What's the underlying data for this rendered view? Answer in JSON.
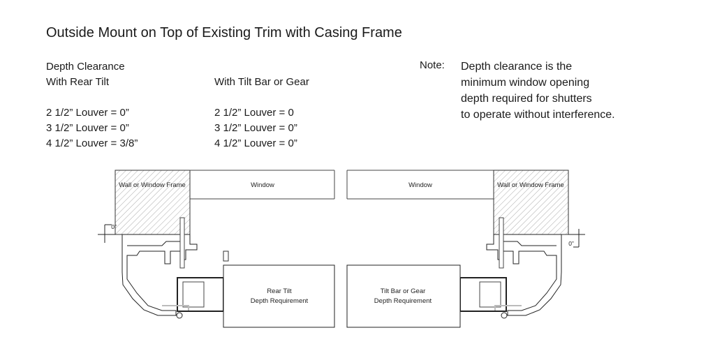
{
  "title": "Outside Mount on Top of Existing Trim with Casing Frame",
  "rear_tilt": {
    "heading_line1": "Depth Clearance",
    "heading_line2": "With Rear Tilt",
    "rows": [
      "2 1/2” Louver = 0”",
      "3 1/2” Louver = 0”",
      "4 1/2” Louver = 3/8”"
    ]
  },
  "tilt_bar": {
    "heading": "With Tilt Bar or Gear",
    "rows": [
      "2 1/2” Louver = 0",
      "3 1/2” Louver = 0”",
      "4 1/2” Louver = 0”"
    ]
  },
  "note": {
    "label": "Note:",
    "lines": [
      "Depth clearance is the",
      "minimum window opening",
      "depth required for shutters",
      "to operate without interference."
    ]
  },
  "diagram": {
    "left_frame_label": "Wall or Window Frame",
    "right_frame_label": "Wall or Window Frame",
    "left_window_label": "Window",
    "right_window_label": "Window",
    "left_dim_label": "0”",
    "right_dim_label": "0”",
    "rear_tilt_box_line1": "Rear Tilt",
    "rear_tilt_box_line2": "Depth Requirement",
    "tilt_bar_box_line1": "Tilt Bar or Gear",
    "tilt_bar_box_line2": "Depth Requirement"
  }
}
